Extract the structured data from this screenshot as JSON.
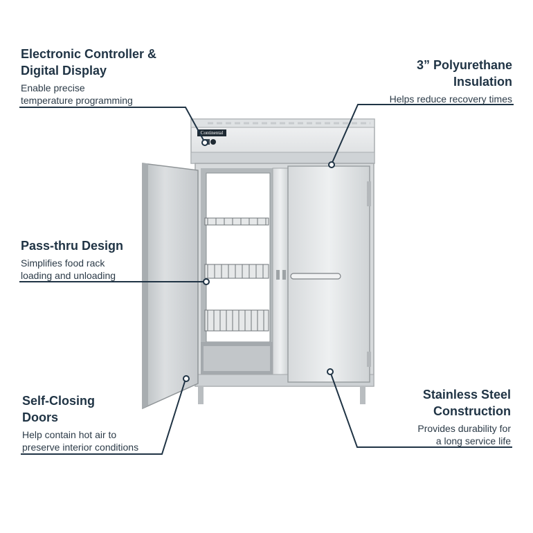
{
  "brand": {
    "logo_text": "Continental"
  },
  "colors": {
    "text": "#1f3344",
    "leader_line": "#1f3344",
    "steel_light": "#e9ebec",
    "steel_mid": "#c9cdd0",
    "steel_dark": "#8d9296"
  },
  "callouts": {
    "controller": {
      "title_line1": "Electronic Controller &",
      "title_line2": "Digital Display",
      "desc_line1": "Enable precise",
      "desc_line2": "temperature programming"
    },
    "insulation": {
      "title_line1": "3” Polyurethane",
      "title_line2": "Insulation",
      "desc_line1": "Helps reduce recovery times"
    },
    "passthru": {
      "title_line1": "Pass-thru Design",
      "desc_line1": "Simplifies food rack",
      "desc_line2": "loading and unloading"
    },
    "selfclosing": {
      "title_line1": "Self-Closing",
      "title_line2": "Doors",
      "desc_line1": "Help contain hot air to",
      "desc_line2": "preserve interior conditions"
    },
    "stainless": {
      "title_line1": "Stainless Steel",
      "title_line2": "Construction",
      "desc_line1": "Provides durability for",
      "desc_line2": "a long service life"
    }
  }
}
